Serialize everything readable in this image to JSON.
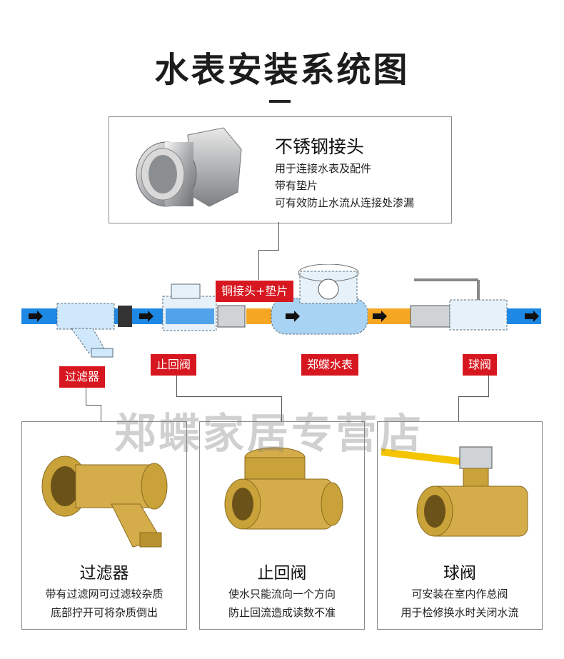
{
  "title": "水表安装系统图",
  "top_card": {
    "title": "不锈钢接头",
    "lines": [
      "用于连接水表及配件",
      "带有垫片",
      "可有效防止水流从连接处渗漏"
    ]
  },
  "diagram_labels": {
    "copper_joint": "铜接头+垫片",
    "filter": "过滤器",
    "check_valve": "止回阀",
    "water_meter": "郑蝶水表",
    "ball_valve": "球阀"
  },
  "watermark": "郑蝶家居专营店",
  "cards": [
    {
      "title": "过滤器",
      "lines": [
        "带有过滤网可过滤较杂质",
        "底部拧开可将杂质倒出"
      ]
    },
    {
      "title": "止回阀",
      "lines": [
        "使水只能流向一个方向",
        "防止回流造成读数不准"
      ]
    },
    {
      "title": "球阀",
      "lines": [
        "可安装在室内作总阀",
        "用于检修换水时关闭水流"
      ]
    }
  ],
  "colors": {
    "red_tag": "#d7171f",
    "pipe_blue": "#1e88e5",
    "pipe_orange": "#f5a623",
    "brass": "#c9a23a",
    "steel": "#b9bcbf"
  }
}
